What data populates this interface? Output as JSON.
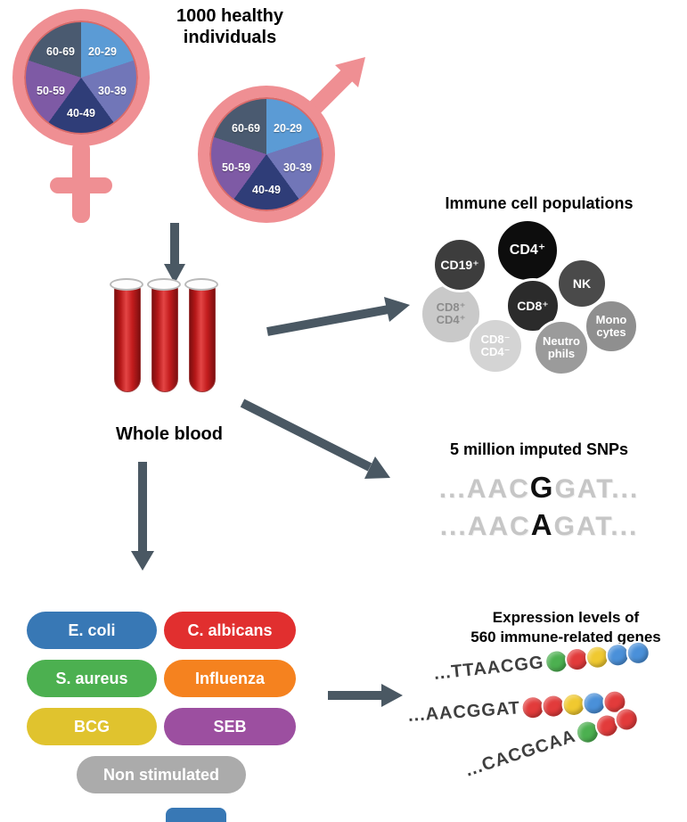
{
  "colors": {
    "pink": "#ef8f93",
    "arrow": "#4a5863",
    "blood_red": "#c01818"
  },
  "header": {
    "title": "1000 healthy individuals"
  },
  "pie": {
    "slices": [
      {
        "label": "20-29",
        "color": "#5b9bd5"
      },
      {
        "label": "30-39",
        "color": "#7176b8"
      },
      {
        "label": "40-49",
        "color": "#2f3d78"
      },
      {
        "label": "50-59",
        "color": "#7e5aa5"
      },
      {
        "label": "60-69",
        "color": "#4a5a70"
      }
    ]
  },
  "blood": {
    "label": "Whole blood"
  },
  "immune": {
    "title": "Immune cell populations",
    "cells": [
      {
        "line1": "CD19⁺",
        "line2": "",
        "bg": "#3d3d3d",
        "fg": "#ffffff"
      },
      {
        "line1": "CD4⁺",
        "line2": "",
        "bg": "#0d0d0d",
        "fg": "#ffffff"
      },
      {
        "line1": "NK",
        "line2": "",
        "bg": "#4a4a4a",
        "fg": "#ffffff"
      },
      {
        "line1": "CD8⁺",
        "line2": "CD4⁺",
        "bg": "#c9c9c9",
        "fg": "#8c8c8c"
      },
      {
        "line1": "CD8⁺",
        "line2": "",
        "bg": "#2b2b2b",
        "fg": "#ffffff"
      },
      {
        "line1": "Mono",
        "line2": "cytes",
        "bg": "#8f8f8f",
        "fg": "#ffffff"
      },
      {
        "line1": "CD8⁻",
        "line2": "CD4⁻",
        "bg": "#d4d4d4",
        "fg": "#ffffff"
      },
      {
        "line1": "Neutro",
        "line2": "phils",
        "bg": "#9b9b9b",
        "fg": "#ffffff"
      }
    ]
  },
  "snps": {
    "title": "5 million imputed SNPs",
    "rows": [
      {
        "pre": "...AAC",
        "hl": "G",
        "post": "GAT..."
      },
      {
        "pre": "...AAC",
        "hl": "A",
        "post": "GAT..."
      }
    ]
  },
  "stimuli": {
    "items": [
      {
        "label": "E. coli",
        "color": "#3878b5"
      },
      {
        "label": "C. albicans",
        "color": "#e12f2f"
      },
      {
        "label": "S. aureus",
        "color": "#4cb050"
      },
      {
        "label": "Influenza",
        "color": "#f5821f"
      },
      {
        "label": "BCG",
        "color": "#e0c32e"
      },
      {
        "label": "SEB",
        "color": "#9c4fa0"
      },
      {
        "label": "Non stimulated",
        "color": "#ababab"
      }
    ]
  },
  "expression": {
    "title_line1": "Expression levels of",
    "title_line2": "560 immune-related genes",
    "rows": [
      {
        "seq": "...TTAACGG",
        "beads": [
          "#4cb050",
          "#e23b3b",
          "#f0c930",
          "#4a90d9",
          "#4a90d9"
        ]
      },
      {
        "seq": "...AACGGAT",
        "beads": [
          "#e23b3b",
          "#e23b3b",
          "#f0c930",
          "#4a90d9",
          "#e23b3b"
        ]
      },
      {
        "seq": "...CACGCAA",
        "beads": [
          "#4cb050",
          "#e23b3b",
          "#e23b3b"
        ]
      }
    ]
  }
}
